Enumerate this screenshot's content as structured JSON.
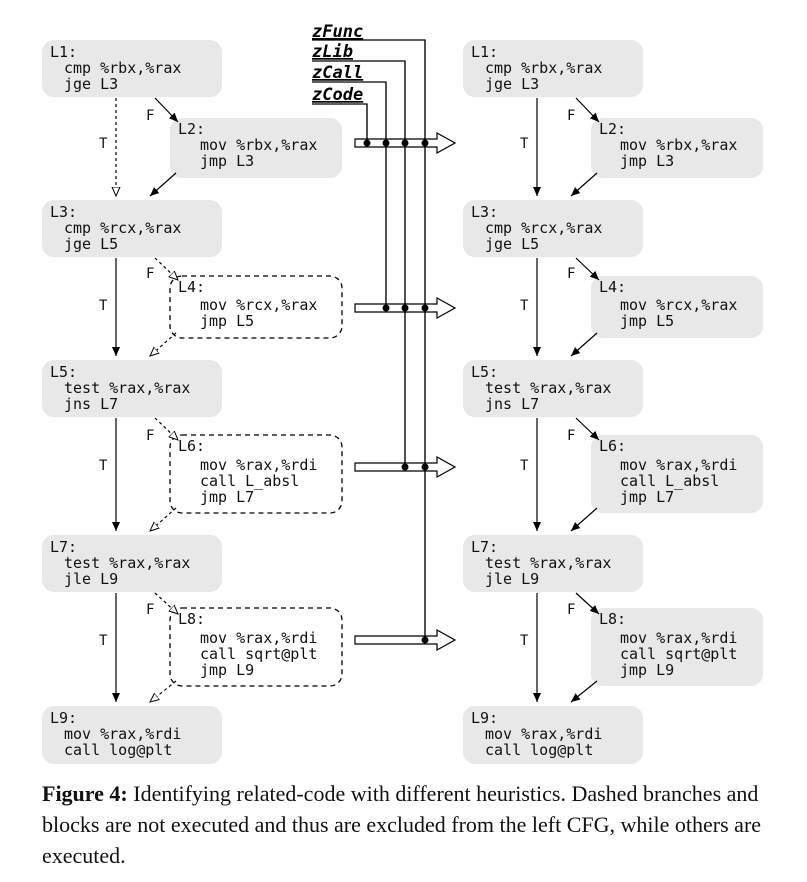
{
  "left_cfg": {
    "blocks": [
      {
        "id": "L1",
        "label": "L1:",
        "lines": [
          "cmp %rbx,%rax",
          "jge L3"
        ]
      },
      {
        "id": "L2",
        "label": "L2:",
        "lines": [
          "mov %rbx,%rax",
          "jmp L3"
        ]
      },
      {
        "id": "L3",
        "label": "L3:",
        "lines": [
          "cmp %rcx,%rax",
          "jge L5"
        ]
      },
      {
        "id": "L4",
        "label": "L4:",
        "lines": [
          "mov %rcx,%rax",
          "jmp L5"
        ]
      },
      {
        "id": "L5",
        "label": "L5:",
        "lines": [
          "test %rax,%rax",
          "jns L7"
        ]
      },
      {
        "id": "L6",
        "label": "L6:",
        "lines": [
          "mov %rax,%rdi",
          "call L_absl",
          "jmp L7"
        ]
      },
      {
        "id": "L7",
        "label": "L7:",
        "lines": [
          "test %rax,%rax",
          "jle L9"
        ]
      },
      {
        "id": "L8",
        "label": "L8:",
        "lines": [
          "mov %rax,%rdi",
          "call sqrt@plt",
          "jmp L9"
        ]
      },
      {
        "id": "L9",
        "label": "L9:",
        "lines": [
          "mov %rax,%rdi",
          "call log@plt"
        ]
      }
    ],
    "edge_true_label": "T",
    "edge_false_label": "F"
  },
  "right_cfg": {
    "blocks": [
      {
        "id": "L1",
        "label": "L1:",
        "lines": [
          "cmp %rbx,%rax",
          "jge L3"
        ]
      },
      {
        "id": "L2",
        "label": "L2:",
        "lines": [
          "mov %rbx,%rax",
          "jmp L3"
        ]
      },
      {
        "id": "L3",
        "label": "L3:",
        "lines": [
          "cmp %rcx,%rax",
          "jge L5"
        ]
      },
      {
        "id": "L4",
        "label": "L4:",
        "lines": [
          "mov %rcx,%rax",
          "jmp L5"
        ]
      },
      {
        "id": "L5",
        "label": "L5:",
        "lines": [
          "test %rax,%rax",
          "jns L7"
        ]
      },
      {
        "id": "L6",
        "label": "L6:",
        "lines": [
          "mov %rax,%rdi",
          "call L_absl",
          "jmp L7"
        ]
      },
      {
        "id": "L7",
        "label": "L7:",
        "lines": [
          "test %rax,%rax",
          "jle L9"
        ]
      },
      {
        "id": "L8",
        "label": "L8:",
        "lines": [
          "mov %rax,%rdi",
          "call sqrt@plt",
          "jmp L9"
        ]
      },
      {
        "id": "L9",
        "label": "L9:",
        "lines": [
          "mov %rax,%rdi",
          "call log@plt"
        ]
      }
    ],
    "edge_true_label": "T",
    "edge_false_label": "F"
  },
  "heuristics": [
    "zFunc",
    "zLib",
    "zCall",
    "zCode"
  ],
  "caption": {
    "figure_label": "Figure 4:",
    "text": " Identifying related-code with different heuristics. Dashed branches and blocks are not executed and thus are excluded from the left CFG, while others are executed."
  },
  "colors": {
    "block_fill": "#e8e8e8",
    "line": "#000000"
  }
}
